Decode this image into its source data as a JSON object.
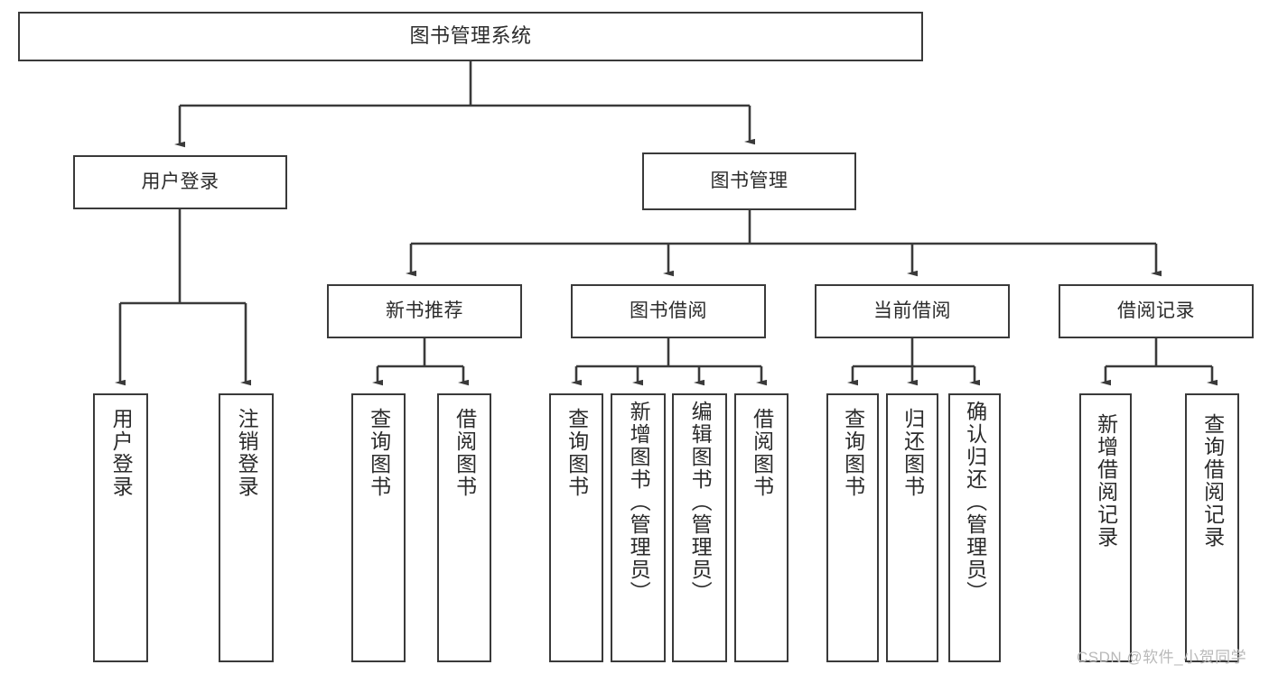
{
  "diagram": {
    "title": "图书管理系统",
    "type": "功能结构图",
    "watermark": "CSDN @软件_小贺同学",
    "colors": {
      "box_border": "#3a3a3a",
      "box_fill": "#ffffff",
      "edge": "#3a3a3a",
      "text": "#2b2b2b",
      "watermark": "#b9b9b9",
      "background": "#ffffff"
    },
    "root": {
      "id": "root",
      "label": "图书管理系统"
    },
    "level2": [
      {
        "id": "user-login",
        "label": "用户登录"
      },
      {
        "id": "book-manage",
        "label": "图书管理"
      }
    ],
    "level3": [
      {
        "id": "new-book-rec",
        "label": "新书推荐",
        "parent": "book-manage"
      },
      {
        "id": "book-borrow",
        "label": "图书借阅",
        "parent": "book-manage"
      },
      {
        "id": "current-borrow",
        "label": "当前借阅",
        "parent": "book-manage"
      },
      {
        "id": "borrow-record",
        "label": "借阅记录",
        "parent": "book-manage"
      }
    ],
    "leaves": [
      {
        "id": "leaf-user-login",
        "label": "用户登录",
        "parent": "user-login"
      },
      {
        "id": "leaf-logout",
        "label": "注销登录",
        "parent": "user-login"
      },
      {
        "id": "leaf-query-book-1",
        "label": "查询图书",
        "parent": "new-book-rec"
      },
      {
        "id": "leaf-borrow-book-1",
        "label": "借阅图书",
        "parent": "new-book-rec"
      },
      {
        "id": "leaf-query-book-2",
        "label": "查询图书",
        "parent": "book-borrow"
      },
      {
        "id": "leaf-add-book",
        "label": "新增图书（管理员）",
        "parent": "book-borrow"
      },
      {
        "id": "leaf-edit-book",
        "label": "编辑图书（管理员）",
        "parent": "book-borrow"
      },
      {
        "id": "leaf-borrow-book-2",
        "label": "借阅图书",
        "parent": "book-borrow"
      },
      {
        "id": "leaf-query-book-3",
        "label": "查询图书",
        "parent": "current-borrow"
      },
      {
        "id": "leaf-return-book",
        "label": "归还图书",
        "parent": "current-borrow"
      },
      {
        "id": "leaf-confirm-return",
        "label": "确认归还（管理员）",
        "parent": "current-borrow"
      },
      {
        "id": "leaf-add-record",
        "label": "新增借阅记录",
        "parent": "borrow-record"
      },
      {
        "id": "leaf-query-record",
        "label": "查询借阅记录",
        "parent": "borrow-record"
      }
    ]
  }
}
